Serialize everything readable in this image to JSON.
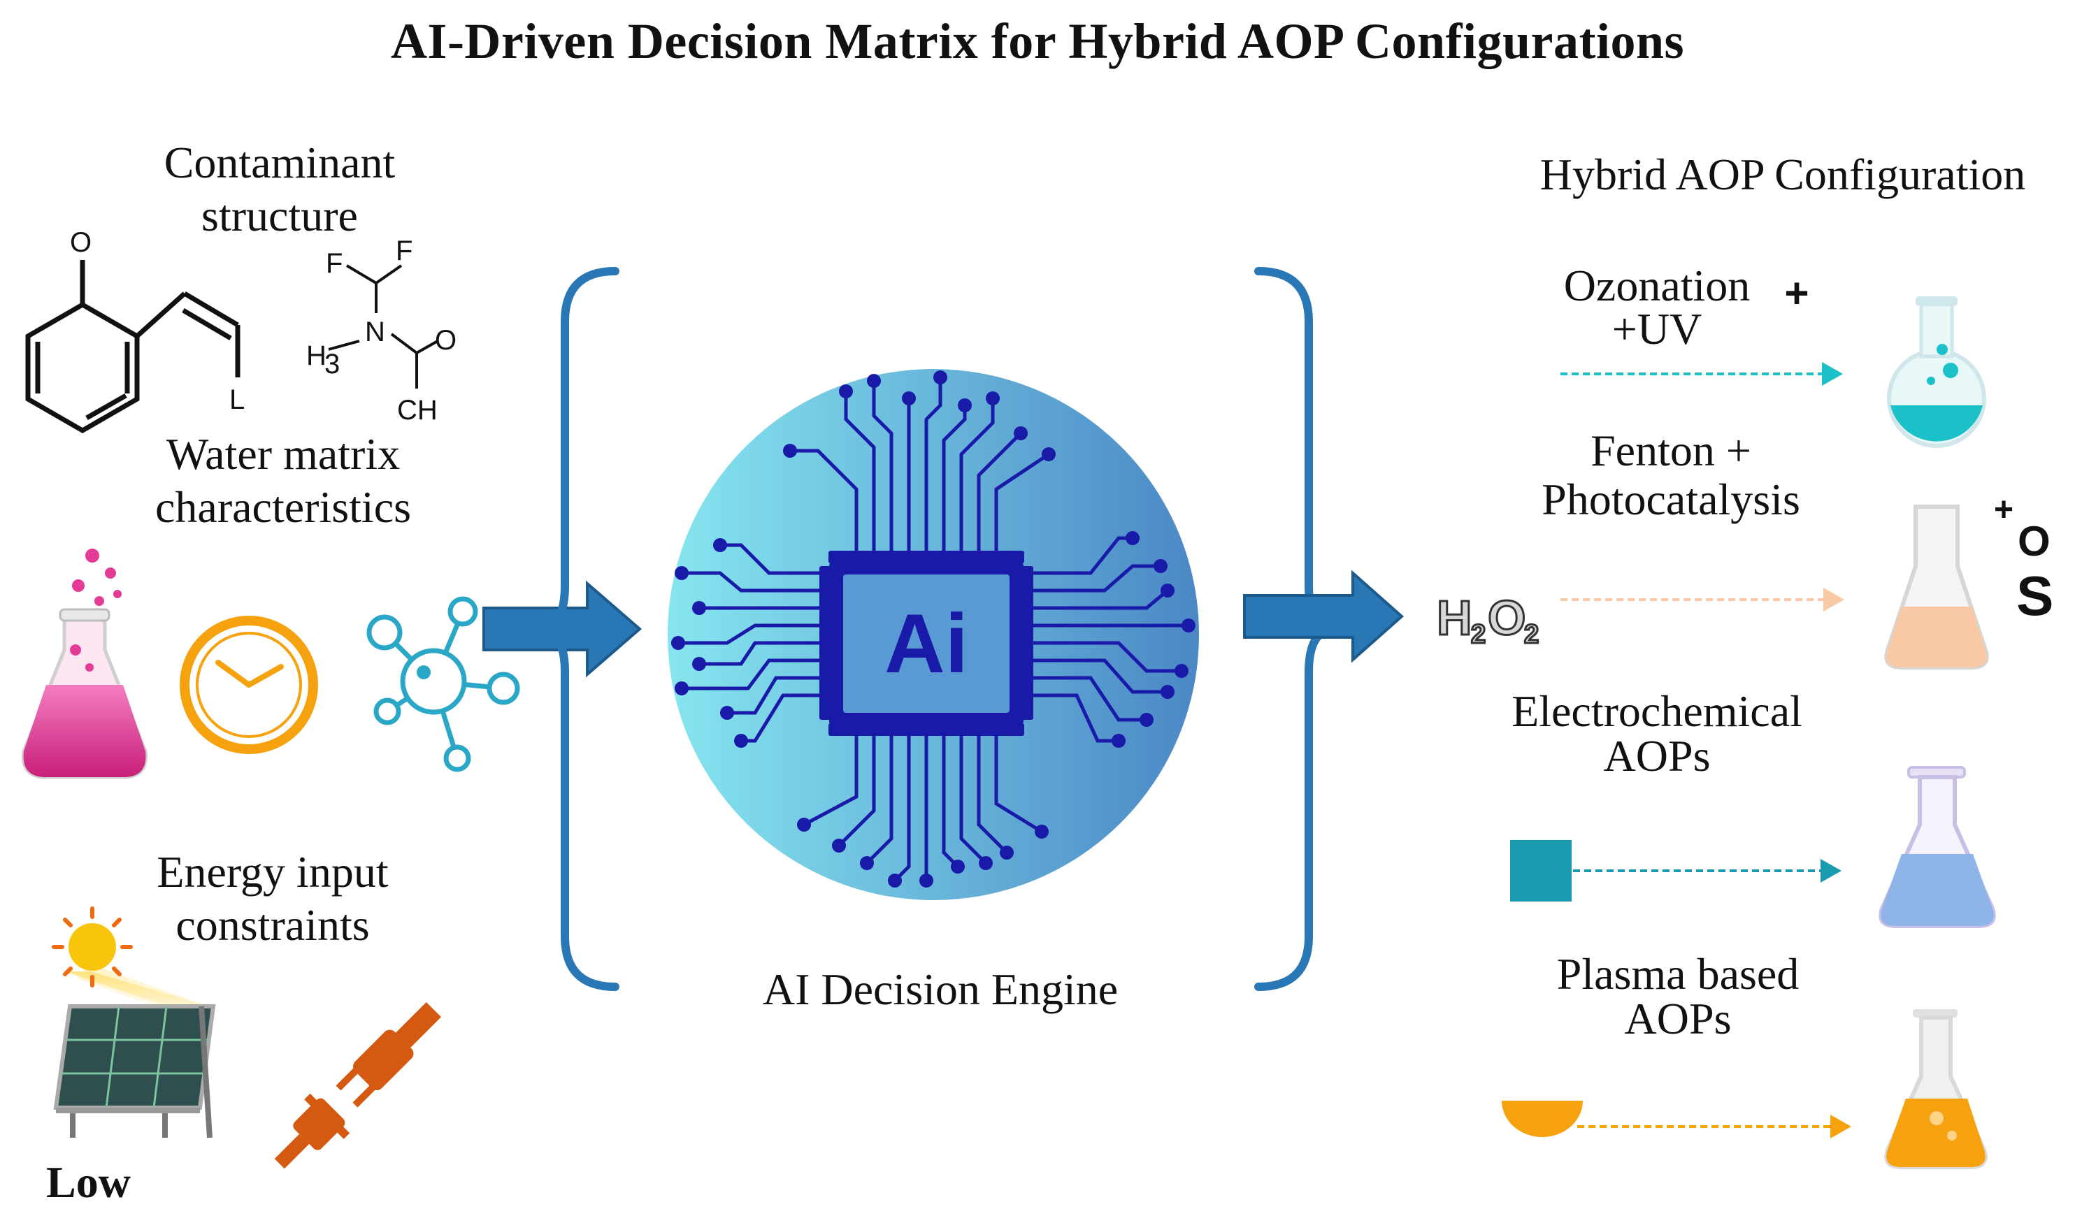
{
  "title": "AI-Driven Decision Matrix for Hybrid AOP Configurations",
  "inputs": {
    "contaminant": [
      "Contaminant",
      "structure"
    ],
    "water_matrix": [
      "Water matrix",
      "characteristics"
    ],
    "energy": [
      "Energy input",
      "constraints"
    ],
    "low_label": "Low",
    "chem1": {
      "o_label": "O",
      "l_label": "L"
    },
    "chem2": {
      "f1": "F",
      "f2": "F",
      "n": "N",
      "h3": "H",
      "h3_sub": "3",
      "o": "O",
      "ch": "CH"
    }
  },
  "engine": {
    "chip_label": "Ai",
    "caption": "AI Decision Engine"
  },
  "output": {
    "heading": "Hybrid AOP Configuration",
    "configs": [
      {
        "lines": [
          "Ozonation",
          "+UV"
        ],
        "color": "#1cc0c8"
      },
      {
        "lines": [
          "Fenton +",
          "Photocatalysis"
        ],
        "color": "#f8c9a4"
      },
      {
        "lines": [
          "Electrochemical",
          "AOPs"
        ],
        "color": "#1a9bb0"
      },
      {
        "lines": [
          "Plasma based",
          "AOPs"
        ],
        "color": "#f5a20e"
      }
    ],
    "plus_symbol": "+",
    "h2o2": {
      "h": "H",
      "sub1": "2",
      "o": "O",
      "sub2": "2"
    },
    "ox_symbol": {
      "plus": "+",
      "o": "O",
      "s": "S"
    }
  },
  "colors": {
    "bracket": "#2a77b6",
    "arrow": "#2a77b6",
    "circuit": "#1a1aa8",
    "sphere_left": "#86e6ef",
    "sphere_right": "#4b87c6",
    "flask_pink": "#e43c96",
    "clock": "#f5a20e",
    "molecule": "#2aa7c7",
    "plug": "#d45a12",
    "panel": "#2f4f4f"
  }
}
